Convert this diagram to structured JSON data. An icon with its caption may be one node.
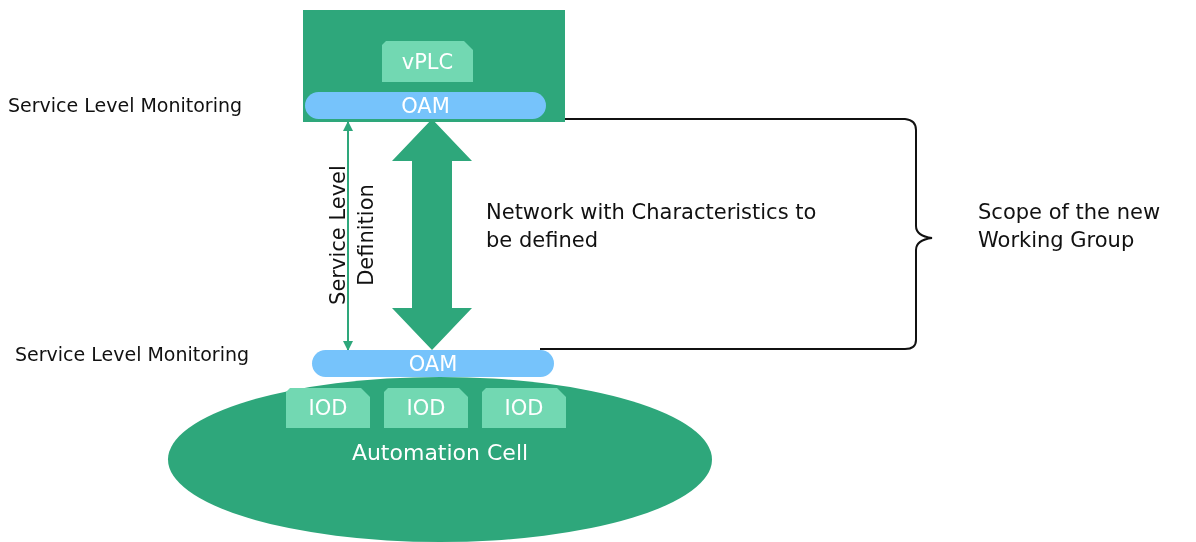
{
  "diagram": {
    "nodes": [
      {
        "text": [],
        "shape": "box"
      },
      {
        "text": [
          "vPLC"
        ],
        "in": 0
      },
      {
        "text": [
          "OAM"
        ],
        "in": 0,
        "beside": [
          "Service Level Monitoring"
        ]
      },
      {
        "text": [
          "Automation Cell"
        ]
      },
      {
        "text": [
          "OAM"
        ],
        "beside": [
          "Service Level Monitoring"
        ]
      },
      {
        "text": [
          "IOD"
        ],
        "in": 3
      },
      {
        "text": [
          "IOD"
        ],
        "in": 3
      },
      {
        "text": [
          "IOD"
        ],
        "in": 3
      }
    ],
    "edges": [
      {
        "from": 2,
        "to": 4,
        "arrow": "both",
        "style": "thick"
      },
      {
        "from": 0,
        "to": 4,
        "arrow": "both",
        "label": "Service Level Definition"
      }
    ],
    "labels": [
      "Network with Characteristics to be defined",
      "Scope of the new Working Group"
    ]
  }
}
